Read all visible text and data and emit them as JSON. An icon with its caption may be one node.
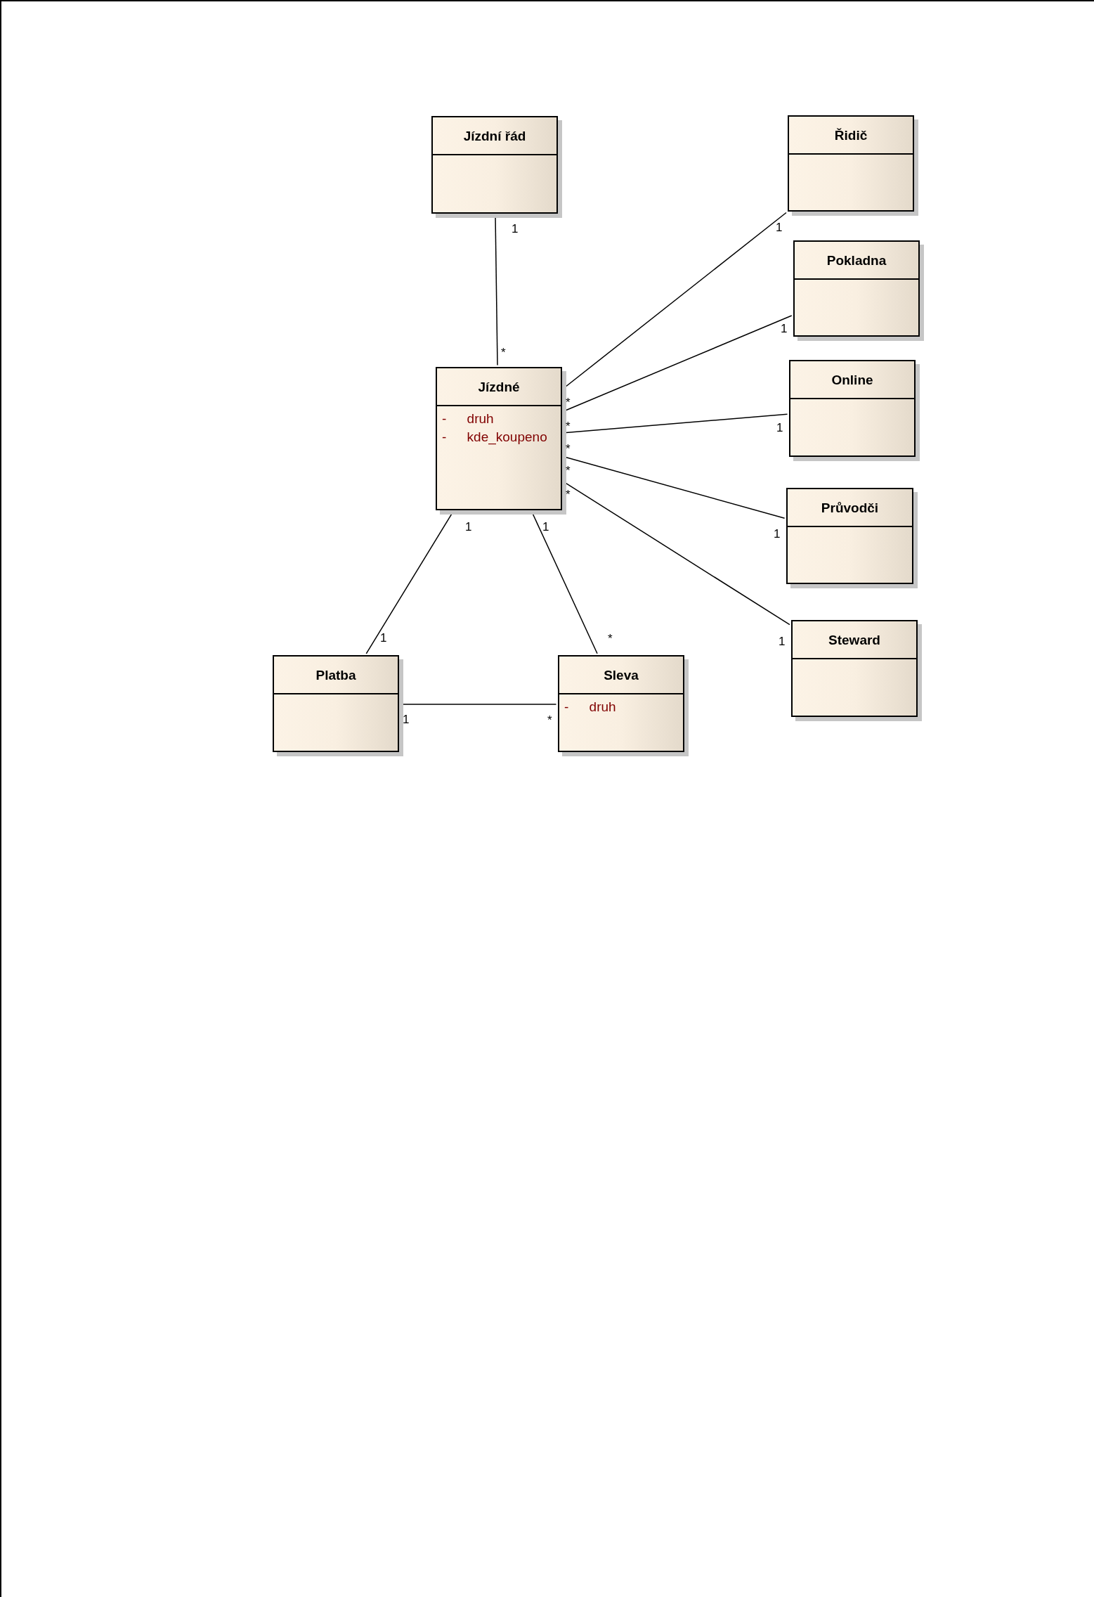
{
  "diagram": {
    "nodes": [
      {
        "text": [
          "Jízdní řád"
        ]
      },
      {
        "text": [
          "Řidič"
        ]
      },
      {
        "text": [
          "Pokladna"
        ]
      },
      {
        "text": [
          "Jízdné",
          "- druh",
          "- kde_koupeno"
        ]
      },
      {
        "text": [
          "Online"
        ]
      },
      {
        "text": [
          "Průvodči"
        ]
      },
      {
        "text": [
          "Steward"
        ]
      },
      {
        "text": [
          "Platba"
        ]
      },
      {
        "text": [
          "Sleva",
          "- druh"
        ]
      }
    ],
    "edges": [
      {
        "from": 0,
        "to": 3,
        "arrow": "none"
      },
      {
        "from": 3,
        "to": 1,
        "arrow": "none"
      },
      {
        "from": 3,
        "to": 2,
        "arrow": "none"
      },
      {
        "from": 3,
        "to": 4,
        "arrow": "none"
      },
      {
        "from": 3,
        "to": 5,
        "arrow": "none"
      },
      {
        "from": 3,
        "to": 6,
        "arrow": "none"
      },
      {
        "from": 3,
        "to": 7,
        "arrow": "none"
      },
      {
        "from": 3,
        "to": 8,
        "arrow": "none"
      },
      {
        "from": 7,
        "to": 8,
        "arrow": "none"
      }
    ],
    "labels": [
      "1",
      "1",
      "1",
      "*",
      "*",
      "*",
      "1",
      "*",
      "*",
      "*",
      "1",
      "1",
      "1",
      "*",
      "1",
      "1",
      "*",
      "1"
    ]
  }
}
